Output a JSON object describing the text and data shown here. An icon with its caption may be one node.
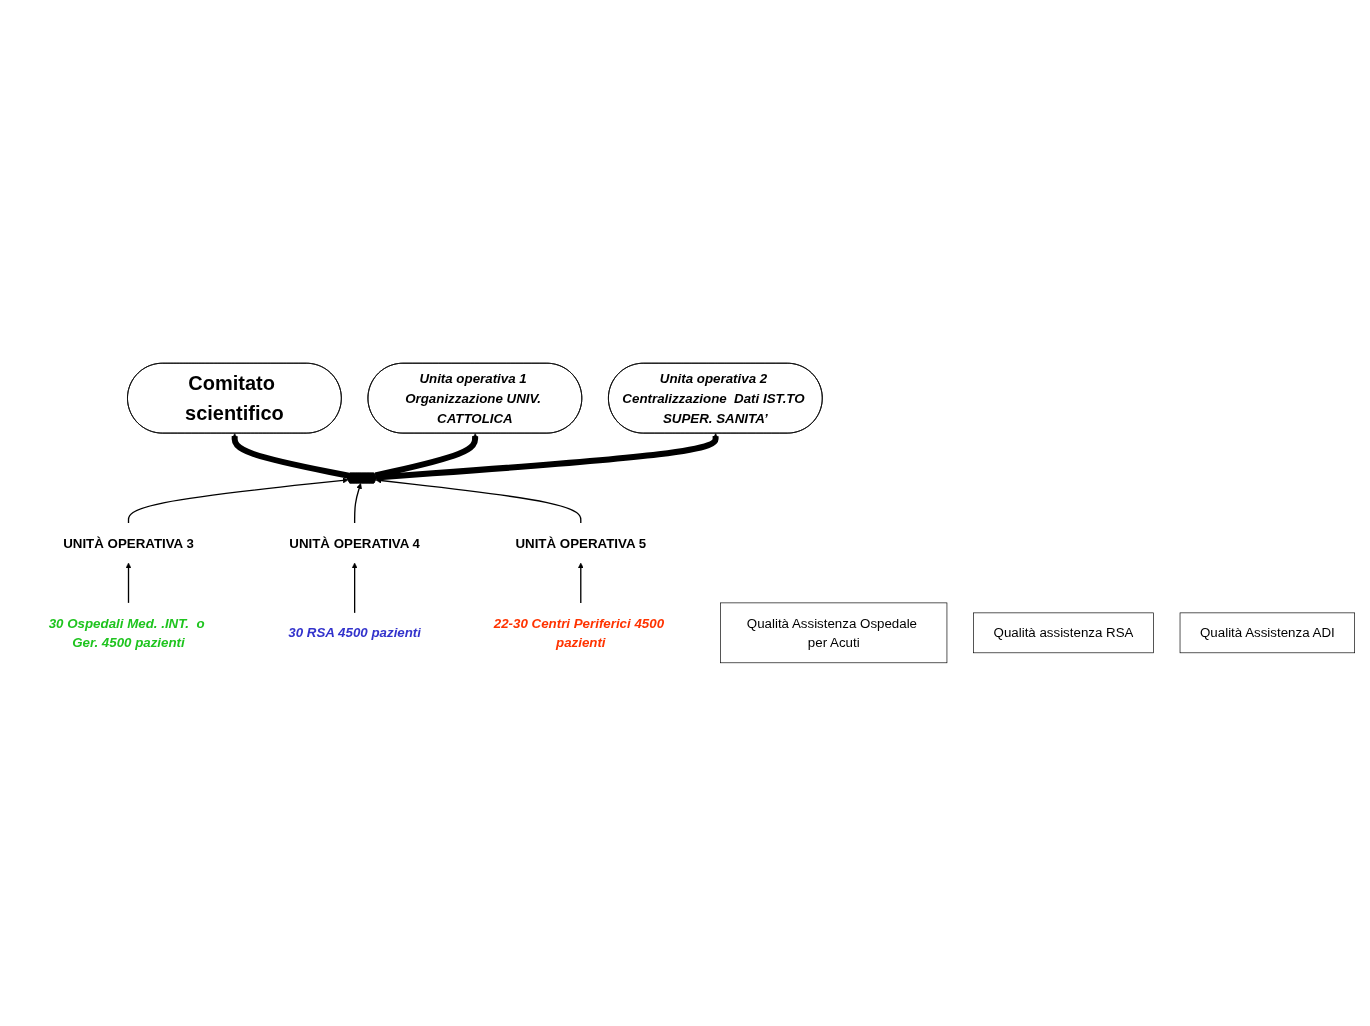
{
  "diagram": {
    "nodes": [
      {
        "text": [
          "Comitato scientifico"
        ]
      },
      {
        "text": [
          "Unita operativa 1 Organizzazione UNIV. CATTOLICA"
        ]
      },
      {
        "text": [],
        "shape": "arrow"
      },
      {
        "text": [
          "Unita operativa 2 Centralizzazione  Dati IST.TO SUPER. SANITA’"
        ]
      },
      {
        "text": [
          "UNITÀ OPERATIVA 3"
        ]
      },
      {
        "text": [
          "UNITÀ OPERATIVA 4"
        ]
      },
      {
        "text": [
          "UNITÀ OPERATIVA 5"
        ]
      },
      {
        "text": [
          "30 Ospedali Med. .INT.  o Ger. 4500 pazienti"
        ]
      },
      {
        "text": [
          "30 RSA 4500 pazienti"
        ]
      },
      {
        "text": [
          "22-30 Centri Periferici 4500 pazienti"
        ]
      },
      {
        "text": [
          "Qualità Assistenza Ospedale per Acuti"
        ]
      },
      {
        "text": [
          "Qualità assistenza RSA"
        ]
      },
      {
        "text": [
          "Qualità Assistenza ADI"
        ]
      }
    ],
    "edges": [
      {
        "from": 2,
        "to": 0,
        "arrow": "to",
        "style": "thick"
      },
      {
        "from": 2,
        "to": 1,
        "arrow": "to",
        "style": "thick"
      },
      {
        "from": 2,
        "to": 3,
        "arrow": "to",
        "style": "thick"
      },
      {
        "from": 4,
        "to": 2,
        "arrow": "to"
      },
      {
        "from": 5,
        "to": 2,
        "arrow": "to"
      },
      {
        "from": 6,
        "to": 2,
        "arrow": "to"
      },
      {
        "from": 7,
        "to": 4,
        "arrow": "to"
      },
      {
        "from": 8,
        "to": 5,
        "arrow": "to"
      },
      {
        "from": 9,
        "to": 6,
        "arrow": "to"
      }
    ]
  }
}
